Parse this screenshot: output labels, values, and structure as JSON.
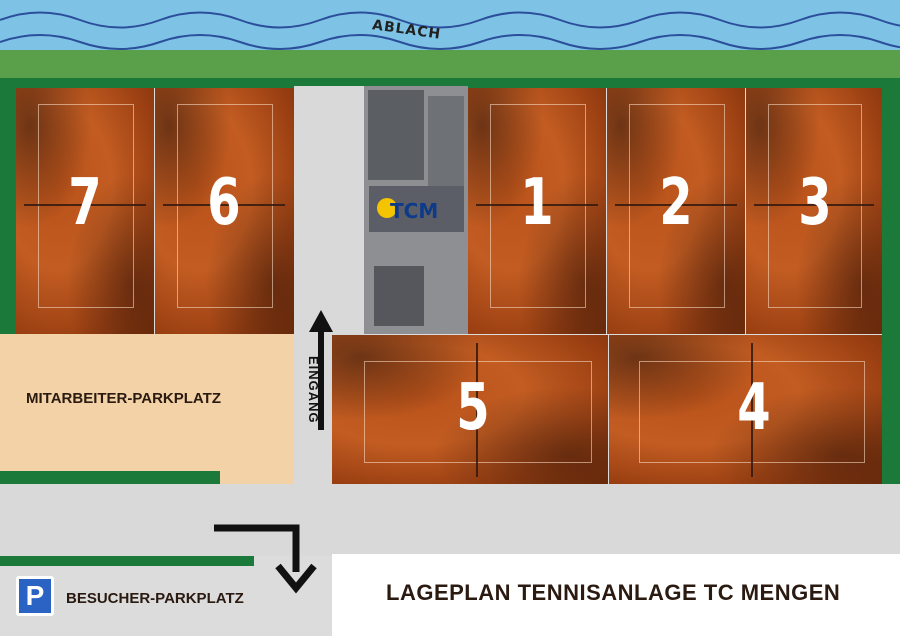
{
  "map": {
    "river_label": "ABLACH",
    "staff_parking_label": "MITARBEITER-PARKPLATZ",
    "entrance_label": "EINGANG",
    "visitor_parking_label": "BESUCHER-PARKPLATZ",
    "parking_symbol": "P",
    "title": "LAGEPLAN TENNISANLAGE TC MENGEN",
    "clubhouse_logo": "TCM",
    "courts": [
      {
        "number": "7"
      },
      {
        "number": "6"
      },
      {
        "number": "1"
      },
      {
        "number": "2"
      },
      {
        "number": "3"
      },
      {
        "number": "5"
      },
      {
        "number": "4"
      }
    ],
    "icons": [
      "wave-icon",
      "arrow-up-icon",
      "arrow-turn-down-icon",
      "parking-icon",
      "tcm-logo-icon"
    ],
    "colors": {
      "river": "#7ec3e6",
      "grass": "#5a9f4a",
      "hedge": "#1b7a3a",
      "clay": "#c25c22",
      "path": "#d9d9d9",
      "staff_lot": "#f2d2a6",
      "parking_sign": "#2a63c4"
    }
  }
}
